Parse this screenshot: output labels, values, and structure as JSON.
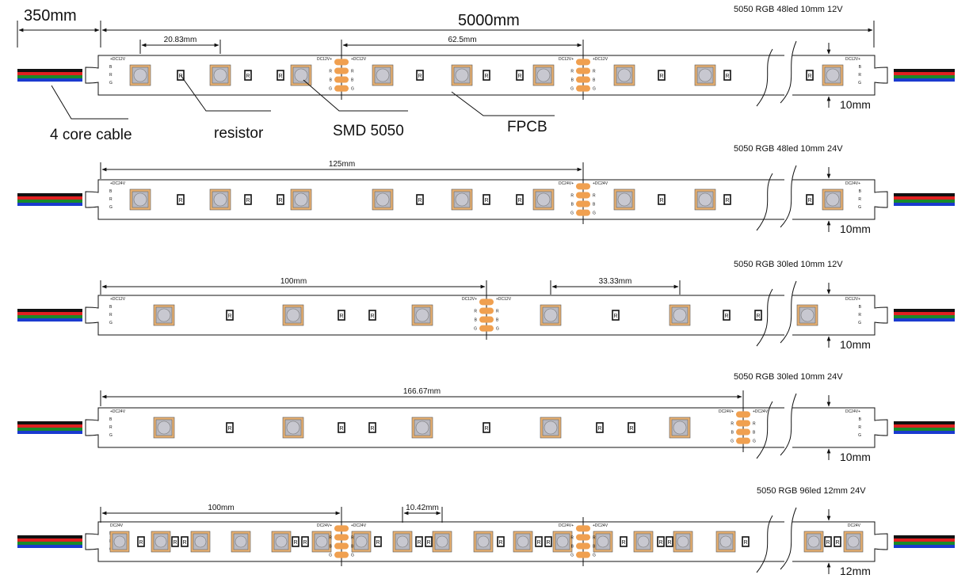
{
  "dimensions": {
    "cable_length": "350mm",
    "strip_length": "5000mm"
  },
  "callouts": {
    "cable": "4 core cable",
    "resistor": "resistor",
    "smd": "SMD 5050",
    "fpcb": "FPCB"
  },
  "pad_labels": {
    "plus": "+",
    "r": "R",
    "g": "G",
    "b": "B",
    "resistor_mark": "R"
  },
  "strips": [
    {
      "spec": "5050 RGB  48led 10mm  12V",
      "left_label": "+DC12V",
      "cut_labels": [
        "DC12V+",
        "+DC12V"
      ],
      "right_label": "DC12V+",
      "width_label": "10mm",
      "measures": [
        "20.83mm",
        "62.5mm"
      ]
    },
    {
      "spec": "5050 RGB  48led 10mm  24V",
      "left_label": "+DC24V",
      "cut_labels": [
        "DC24V+",
        "+DC24V"
      ],
      "right_label": "DC24V+",
      "width_label": "10mm",
      "measures": [
        "125mm"
      ]
    },
    {
      "spec": "5050 RGB  30led 10mm  12V",
      "left_label": "+DC12V",
      "cut_labels": [
        "DC12V+",
        "+DC12V"
      ],
      "right_label": "DC12V+",
      "width_label": "10mm",
      "measures": [
        "100mm",
        "33.33mm"
      ]
    },
    {
      "spec": "5050 RGB  30led 10mm  24V",
      "left_label": "+DC24V",
      "cut_labels": [
        "DC24V+",
        "+DC24V"
      ],
      "right_label": "DC24V+",
      "width_label": "10mm",
      "measures": [
        "166.67mm"
      ]
    },
    {
      "spec": "5050 RGB  96led 12mm  24V",
      "left_label": "DC24V",
      "cut_labels": [
        "DC24V+",
        "+DC24V"
      ],
      "right_label": "DC24V",
      "width_label": "12mm",
      "measures": [
        "100mm",
        "10.42mm"
      ]
    }
  ],
  "colors": {
    "line": "#111111",
    "pad": "#f0a050",
    "led_body": "#e8b070",
    "led_lens": "#b8b8c0",
    "wire_red": "#e02020",
    "wire_green": "#1a8a2a",
    "wire_blue": "#1a3ad0",
    "wire_black": "#111111"
  }
}
